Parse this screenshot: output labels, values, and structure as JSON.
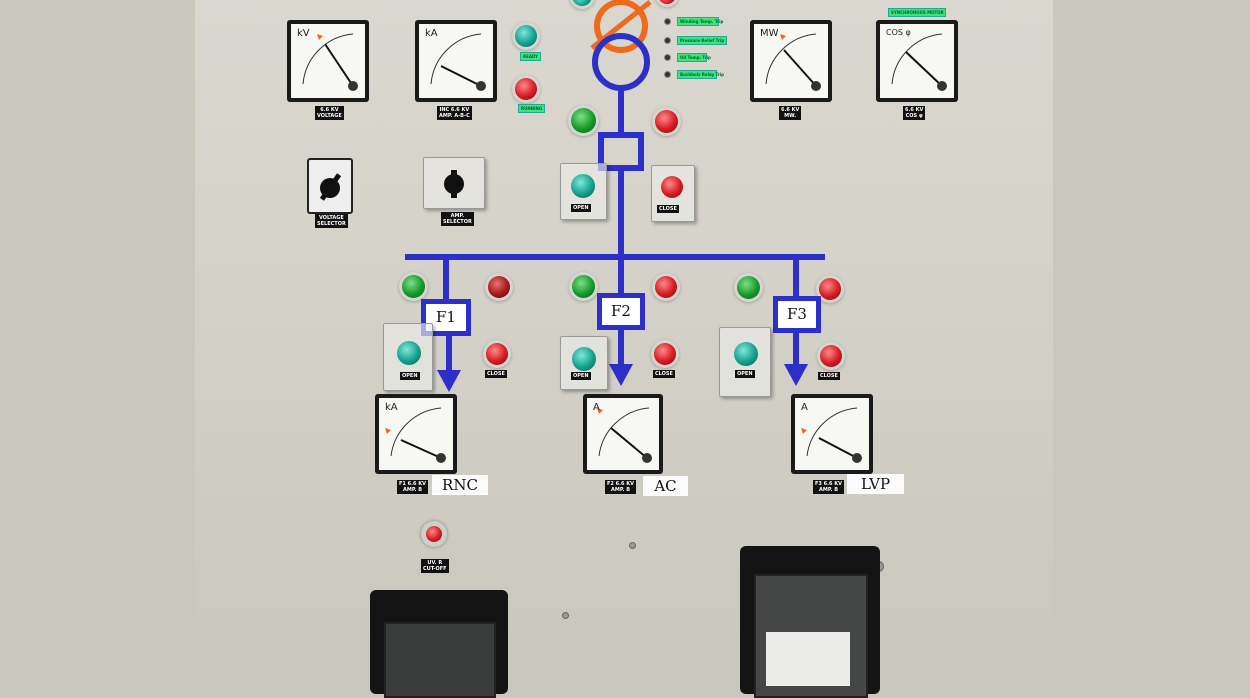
{
  "tags": {
    "winding_temp": "Winding Temp. Trip",
    "pressure_relief": "Pressure Relief Trip",
    "oil_temp": "Oil Temp. Trip",
    "buchholz": "Buchholz Relay Trip",
    "synchronous_motor": "SYNCHRONOUS MOTOR",
    "ready": "READY",
    "running": "RUNNING"
  },
  "gauges": {
    "voltage": {
      "unit": "kV",
      "label": "6.6 KV\nVOLTAGE"
    },
    "incomer_amps": {
      "unit": "kA",
      "label": "INC 6.6 KV\nAMP. A-B-C"
    },
    "mw": {
      "unit": "MW",
      "label": "6.6 KV\nMW."
    },
    "cos": {
      "unit": "COS φ",
      "label": "6.6 KV\nCOS φ"
    },
    "f1": {
      "unit": "kA",
      "label": "F1 6.6 KV\nAMP. B"
    },
    "f2": {
      "unit": "A",
      "label": "F2 6.6 KV\nAMP. B"
    },
    "f3": {
      "unit": "A",
      "label": "F3 6.6 KV\nAMP. B"
    }
  },
  "selectors": {
    "voltage": "VOLTAGE\nSELECTOR",
    "amp": "AMP.\nSELECTOR"
  },
  "buttons": {
    "open": "OPEN",
    "close": "CLOSE"
  },
  "feeders": {
    "f1": {
      "name": "F1",
      "load": "RNC"
    },
    "f2": {
      "name": "F2",
      "load": "AC"
    },
    "f3": {
      "name": "F3",
      "load": "LVP"
    }
  },
  "uvr": "UV. R\nCUT-OFF",
  "colors": {
    "busbar": "#2c2fc8",
    "transformer_primary": "#f06a1e",
    "transformer_secondary": "#2c2fc8"
  }
}
